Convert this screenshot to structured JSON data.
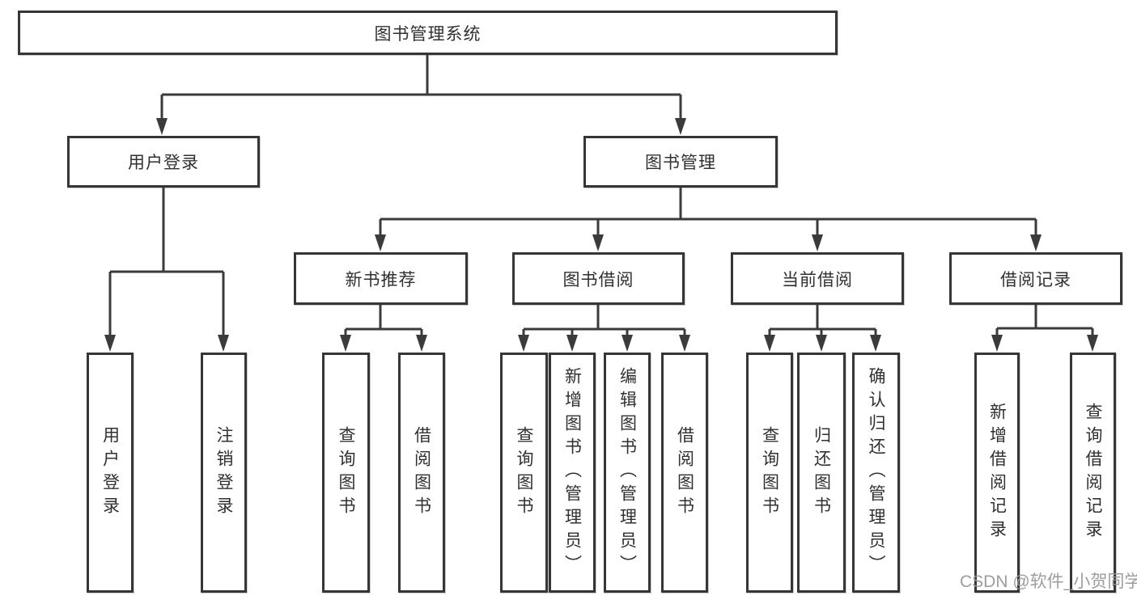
{
  "diagram": {
    "root": {
      "label": "图书管理系统"
    },
    "level2": [
      {
        "id": "user-login",
        "label": "用户登录"
      },
      {
        "id": "book-management",
        "label": "图书管理"
      }
    ],
    "level3": [
      {
        "id": "new-book-recommend",
        "label": "新书推荐",
        "parent": "图书管理"
      },
      {
        "id": "book-borrow",
        "label": "图书借阅",
        "parent": "图书管理"
      },
      {
        "id": "current-borrow",
        "label": "当前借阅",
        "parent": "图书管理"
      },
      {
        "id": "borrow-record",
        "label": "借阅记录",
        "parent": "图书管理"
      }
    ],
    "leaves": [
      {
        "label": "用户登录",
        "parent": "用户登录"
      },
      {
        "label": "注销登录",
        "parent": "用户登录"
      },
      {
        "label": "查询图书",
        "parent": "新书推荐"
      },
      {
        "label": "借阅图书",
        "parent": "新书推荐"
      },
      {
        "label": "查询图书",
        "parent": "图书借阅"
      },
      {
        "label": "新增图书（管理员）",
        "parent": "图书借阅"
      },
      {
        "label": "编辑图书（管理员）",
        "parent": "图书借阅"
      },
      {
        "label": "借阅图书",
        "parent": "图书借阅"
      },
      {
        "label": "查询图书",
        "parent": "当前借阅"
      },
      {
        "label": "归还图书",
        "parent": "当前借阅"
      },
      {
        "label": "确认归还（管理员）",
        "parent": "当前借阅"
      },
      {
        "label": "新增借阅记录",
        "parent": "借阅记录"
      },
      {
        "label": "查询借阅记录",
        "parent": "借阅记录"
      }
    ],
    "watermark": "CSDN @软件_小贺同学",
    "colors": {
      "line": "#3b3b3b",
      "border": "#363636",
      "text": "#303030",
      "watermark": "#989898",
      "background": "#ffffff"
    }
  }
}
